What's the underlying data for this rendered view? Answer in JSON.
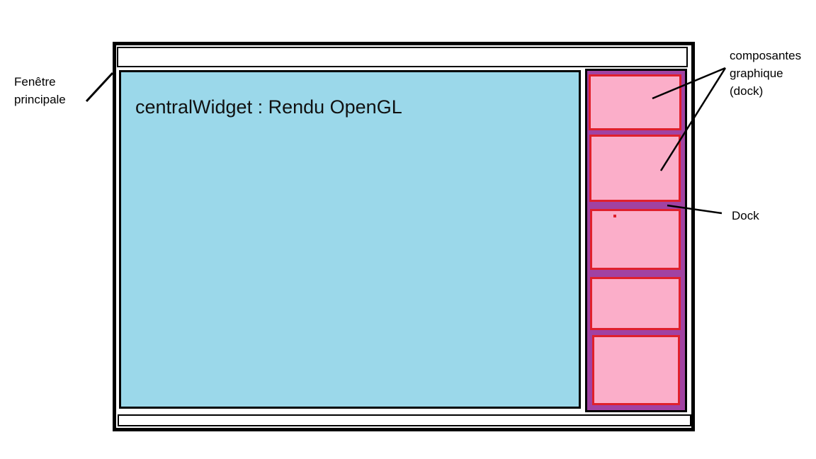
{
  "central_widget": {
    "label": "centralWidget : Rendu OpenGL",
    "color": "#9bd8ea"
  },
  "dock": {
    "color": "#a142a2",
    "component_color": "#fbaec9",
    "component_border": "#e0202c",
    "components": [
      "",
      "",
      "",
      "",
      ""
    ]
  },
  "annotations": {
    "main_window": {
      "line1": "Fenêtre",
      "line2": "principale"
    },
    "components": {
      "line1": "composantes",
      "line2": "graphique",
      "line3": "(dock)"
    },
    "dock": {
      "label": "Dock"
    }
  },
  "colors": {
    "border": "#000000",
    "background": "#ffffff"
  }
}
